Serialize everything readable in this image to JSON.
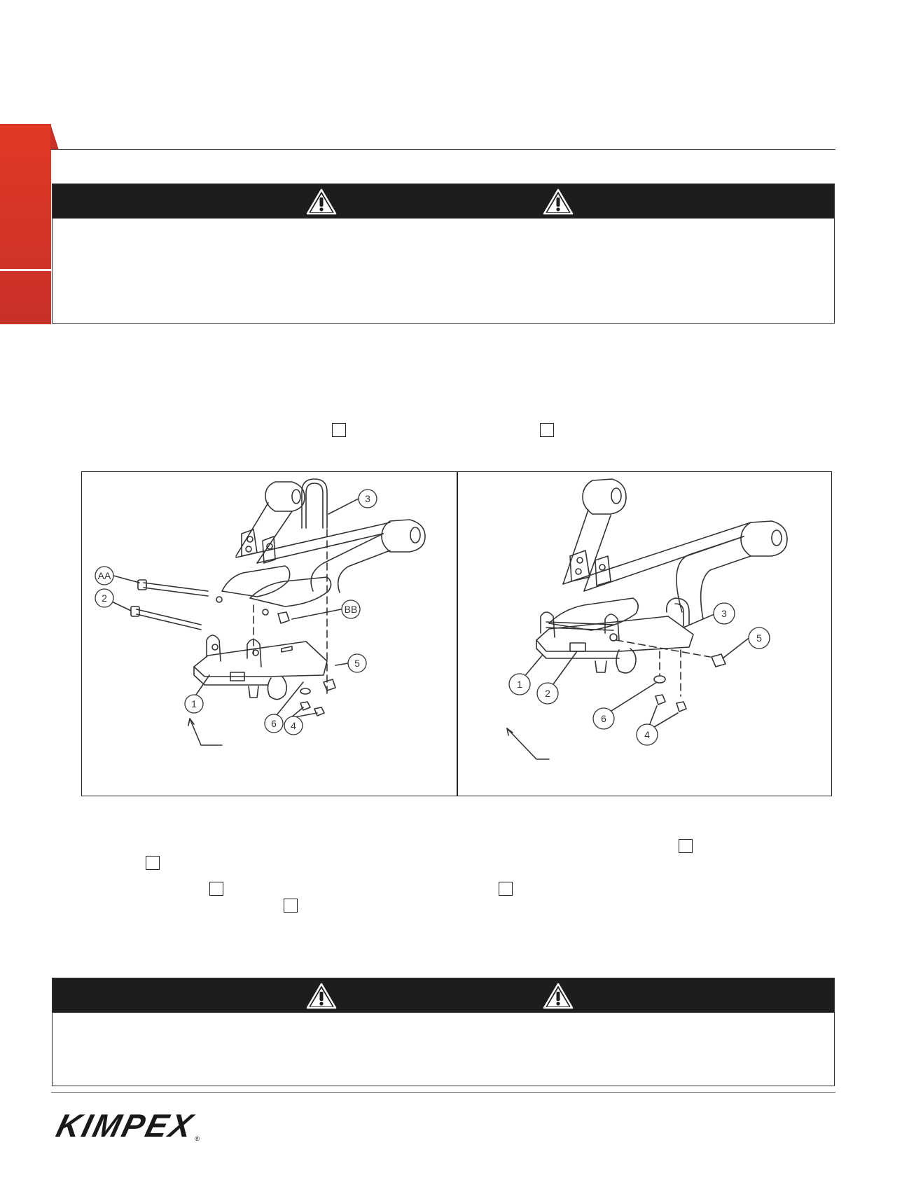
{
  "brand": {
    "logo_text": "KIMPEX",
    "registered_mark": "®",
    "accent_color": "#d7332a"
  },
  "warning_boxes": [
    {
      "icons": [
        "warning-triangle-icon",
        "warning-triangle-icon"
      ]
    },
    {
      "icons": [
        "warning-triangle-icon",
        "warning-triangle-icon"
      ]
    }
  ],
  "figure": {
    "left_panel": {
      "callouts": [
        "AA",
        "2",
        "3",
        "BB",
        "5",
        "1",
        "6",
        "4"
      ]
    },
    "right_panel": {
      "callouts": [
        "3",
        "5",
        "1",
        "2",
        "6",
        "4"
      ]
    }
  }
}
